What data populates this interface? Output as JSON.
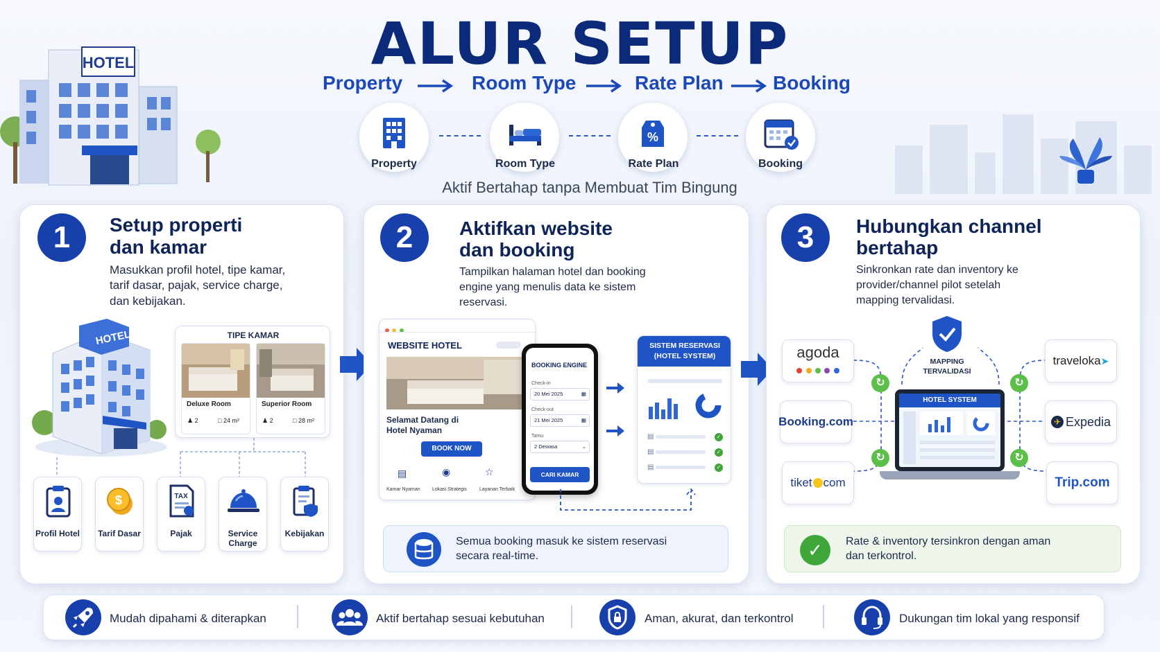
{
  "header": {
    "title": "ALUR SETUP",
    "flow": [
      "Property",
      "Room Type",
      "Rate Plan",
      "Booking"
    ],
    "steps": [
      "Property",
      "Room Type",
      "Rate Plan",
      "Booking"
    ],
    "subtitle": "Aktif Bertahap tanpa Membuat Tim Bingung",
    "hotel_sign": "HOTEL"
  },
  "panel1": {
    "number": "1",
    "title_line1": "Setup properti",
    "title_line2": "dan kamar",
    "desc_line1": "Masukkan profil hotel, tipe kamar,",
    "desc_line2": "tarif dasar, pajak, service charge,",
    "desc_line3": "dan kebijakan.",
    "hotel_sign": "HOTEL",
    "room_types_header": "TIPE KAMAR",
    "rooms": [
      {
        "name": "Deluxe Room",
        "guests": "2",
        "size": "24 m²"
      },
      {
        "name": "Superior Room",
        "guests": "2",
        "size": "28 m²"
      }
    ],
    "items": [
      "Profil Hotel",
      "Tarif Dasar",
      "Pajak",
      "Service",
      "Charge",
      "Kebijakan"
    ],
    "tax_label": "TAX"
  },
  "panel2": {
    "number": "2",
    "title_line1": "Aktifkan website",
    "title_line2": "dan booking",
    "desc_line1": "Tampilkan halaman hotel dan booking",
    "desc_line2": "engine yang menulis data ke sistem",
    "desc_line3": "reservasi.",
    "website": {
      "title": "WEBSITE HOTEL",
      "welcome_line1": "Selamat Datang di",
      "welcome_line2": "Hotel Nyaman",
      "button": "BOOK NOW",
      "features": [
        "Kamar Nyaman",
        "Lokasi Strategis",
        "Layanan Terbaik"
      ]
    },
    "engine": {
      "title": "BOOKING ENGINE",
      "checkin_label": "Check-in",
      "checkin": "20 Mei 2025",
      "checkout_label": "Check-out",
      "checkout": "21 Mei 2025",
      "guests_label": "Tamu",
      "guests": "2 Dewasa",
      "button": "CARI KAMAR"
    },
    "system": {
      "line1": "SISTEM RESERVASI",
      "line2": "(HOTEL SYSTEM)"
    },
    "note_line1": "Semua booking masuk ke sistem reservasi",
    "note_line2": "secara real-time."
  },
  "panel3": {
    "number": "3",
    "title_line1": "Hubungkan channel",
    "title_line2": "bertahap",
    "desc_line1": "Sinkronkan rate dan inventory ke",
    "desc_line2": "provider/channel pilot setelah",
    "desc_line3": "mapping tervalidasi.",
    "mapping_line1": "MAPPING",
    "mapping_line2": "TERVALIDASI",
    "laptop_title": "HOTEL SYSTEM",
    "channels": {
      "agoda": "agoda",
      "booking": "Booking.com",
      "tiket_a": "tiket",
      "tiket_b": "com",
      "traveloka": "traveloka",
      "expedia": "Expedia",
      "trip": "Trip.com"
    },
    "note_line1": "Rate & inventory tersinkron dengan aman",
    "note_line2": "dan terkontrol."
  },
  "footer": [
    "Mudah dipahami & diterapkan",
    "Aktif bertahap sesuai kebutuhan",
    "Aman, akurat, dan terkontrol",
    "Dukungan tim lokal yang responsif"
  ],
  "colors": {
    "primary": "#1740ad",
    "title": "#0b2a7a",
    "accent": "#1a48b8",
    "success": "#3fa63a"
  }
}
